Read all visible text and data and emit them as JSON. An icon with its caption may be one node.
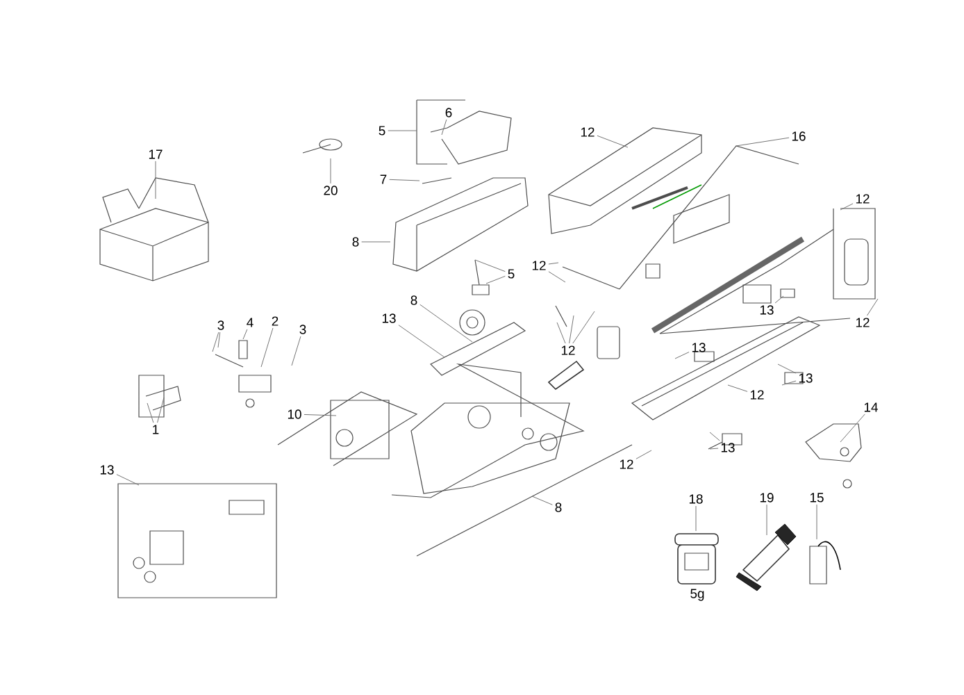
{
  "diagram": {
    "nodes": [
      {
        "text": [
          "17"
        ]
      },
      {
        "text": [
          "20"
        ]
      },
      {
        "text": [
          "6"
        ]
      },
      {
        "text": [
          "5"
        ]
      },
      {
        "text": [
          "7"
        ]
      },
      {
        "text": [
          "8"
        ]
      },
      {
        "text": [
          "5"
        ]
      },
      {
        "text": [
          "8"
        ]
      },
      {
        "text": [
          "13"
        ]
      },
      {
        "text": [
          "12"
        ]
      },
      {
        "text": [
          "16"
        ]
      },
      {
        "text": [
          "12"
        ]
      },
      {
        "text": [
          "12"
        ]
      },
      {
        "text": [
          "12"
        ]
      },
      {
        "text": [
          "12"
        ]
      },
      {
        "text": [
          "13"
        ]
      },
      {
        "text": [
          "13"
        ]
      },
      {
        "text": [
          "13"
        ]
      },
      {
        "text": [
          "12"
        ]
      },
      {
        "text": [
          "14"
        ]
      },
      {
        "text": [
          "13"
        ]
      },
      {
        "text": [
          "12"
        ]
      },
      {
        "text": [
          "8"
        ]
      },
      {
        "text": [
          "10"
        ]
      },
      {
        "text": [
          "3"
        ]
      },
      {
        "text": [
          "4"
        ]
      },
      {
        "text": [
          "2"
        ]
      },
      {
        "text": [
          "3"
        ]
      },
      {
        "text": [
          "1"
        ]
      },
      {
        "text": [
          "13"
        ]
      },
      {
        "text": [
          "18"
        ]
      },
      {
        "text": [
          "19"
        ]
      },
      {
        "text": [
          "15"
        ]
      }
    ],
    "edges": [
      {
        "from": 0,
        "to": null,
        "arrow": "none"
      },
      {
        "from": 1,
        "to": null,
        "arrow": "none"
      },
      {
        "from": 2,
        "to": null,
        "arrow": "none"
      },
      {
        "from": 3,
        "to": null,
        "arrow": "none"
      },
      {
        "from": 4,
        "to": null,
        "arrow": "none"
      },
      {
        "from": 5,
        "to": null,
        "arrow": "none"
      },
      {
        "from": 6,
        "to": null,
        "arrow": "none"
      },
      {
        "from": 6,
        "to": null,
        "arrow": "none"
      },
      {
        "from": 7,
        "to": null,
        "arrow": "none"
      },
      {
        "from": 8,
        "to": null,
        "arrow": "none"
      },
      {
        "from": 9,
        "to": null,
        "arrow": "none"
      },
      {
        "from": 10,
        "to": null,
        "arrow": "none"
      },
      {
        "from": 11,
        "to": null,
        "arrow": "none"
      },
      {
        "from": 12,
        "to": null,
        "arrow": "none"
      },
      {
        "from": 12,
        "to": null,
        "arrow": "none"
      },
      {
        "from": 13,
        "to": null,
        "arrow": "none"
      },
      {
        "from": 13,
        "to": null,
        "arrow": "none"
      },
      {
        "from": 13,
        "to": null,
        "arrow": "none"
      },
      {
        "from": 14,
        "to": null,
        "arrow": "none"
      },
      {
        "from": 15,
        "to": null,
        "arrow": "none"
      },
      {
        "from": 16,
        "to": null,
        "arrow": "none"
      },
      {
        "from": 17,
        "to": null,
        "arrow": "none"
      },
      {
        "from": 17,
        "to": null,
        "arrow": "none"
      },
      {
        "from": 18,
        "to": null,
        "arrow": "none"
      },
      {
        "from": 19,
        "to": null,
        "arrow": "none"
      },
      {
        "from": 20,
        "to": null,
        "arrow": "none"
      },
      {
        "from": 20,
        "to": null,
        "arrow": "none"
      },
      {
        "from": 21,
        "to": null,
        "arrow": "none"
      },
      {
        "from": 22,
        "to": null,
        "arrow": "none"
      },
      {
        "from": 23,
        "to": null,
        "arrow": "none"
      },
      {
        "from": 24,
        "to": null,
        "arrow": "none"
      },
      {
        "from": 24,
        "to": null,
        "arrow": "none"
      },
      {
        "from": 25,
        "to": null,
        "arrow": "none"
      },
      {
        "from": 26,
        "to": null,
        "arrow": "none"
      },
      {
        "from": 27,
        "to": null,
        "arrow": "none"
      },
      {
        "from": 28,
        "to": null,
        "arrow": "none"
      },
      {
        "from": 28,
        "to": null,
        "arrow": "none"
      },
      {
        "from": 29,
        "to": null,
        "arrow": "none"
      },
      {
        "from": 30,
        "to": null,
        "arrow": "none"
      },
      {
        "from": 31,
        "to": null,
        "arrow": "none"
      },
      {
        "from": 32,
        "to": null,
        "arrow": "none"
      }
    ],
    "labels": [
      "5g"
    ]
  }
}
